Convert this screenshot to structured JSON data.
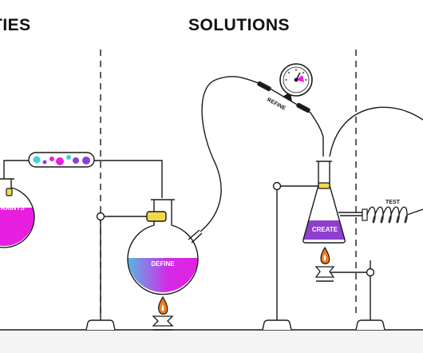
{
  "headings": {
    "left": "TIES",
    "middle": "SOLUTIONS"
  },
  "labels": {
    "constraints": "TRAINTS",
    "define": "DEFINE",
    "refine": "REFINE",
    "create": "CREATE",
    "test": "TEST"
  },
  "colors": {
    "ink": "#1a1a1a",
    "magenta": "#e81ee0",
    "purple": "#8f3fd0",
    "cyan": "#3fd2e0",
    "yellow": "#f2d84a",
    "flame": "#f07a1a",
    "floor": "#f4f4f4"
  },
  "icons": [
    "pressure-gauge-icon",
    "flame-icon",
    "heating-coil-icon",
    "bubble-tube-icon"
  ]
}
